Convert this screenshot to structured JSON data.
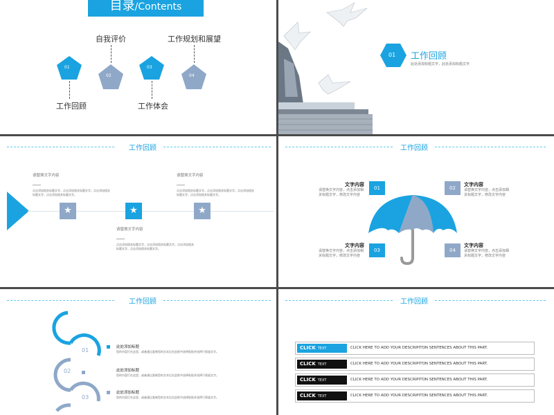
{
  "colors": {
    "blue": "#1aa3e0",
    "grey_blue": "#8fa8c8",
    "dark": "#111111"
  },
  "slide1": {
    "title_main": "目录",
    "title_sub": "/Contents",
    "items": [
      {
        "num": "01",
        "label": "工作回顾"
      },
      {
        "num": "02",
        "label": "自我评价"
      },
      {
        "num": "03",
        "label": "工作体会"
      },
      {
        "num": "04",
        "label": "工作规划和展望"
      }
    ]
  },
  "slide2": {
    "num": "01",
    "title": "工作回顾",
    "subtitle": "此处添加标题文字，此处添加标题文字"
  },
  "slide3": {
    "header": "工作回顾",
    "blocks": [
      {
        "title": "请替换文字内容",
        "line1": "点击添加相关标题文字，点击添加相关标题文字，点击添加相关",
        "line2": "标题文字，点击添加相关标题文字。"
      },
      {
        "title": "请替换文字内容",
        "line1": "点击添加相关标题文字，点击添加相关标题文字，点击添加相关",
        "line2": "标题文字，点击添加相关标题文字。"
      },
      {
        "title": "请替换文字内容",
        "line1": "点击添加相关标题文字，点击添加相关标题文字，点击添加相关",
        "line2": "标题文字，点击添加相关标题文字。"
      }
    ]
  },
  "slide4": {
    "header": "工作回顾",
    "items": [
      {
        "num": "01",
        "title": "文字内容",
        "line1": "请替换文字内容，点击添加相",
        "line2": "关标题文字，修改文字内容"
      },
      {
        "num": "02",
        "title": "文字内容",
        "line1": "请替换文字内容，点击添加相",
        "line2": "关标题文字，修改文字内容"
      },
      {
        "num": "03",
        "title": "文字内容",
        "line1": "请替换文字内容，点击添加相",
        "line2": "关标题文字，修改文字内容"
      },
      {
        "num": "04",
        "title": "文字内容",
        "line1": "请替换文字内容，点击添加相",
        "line2": "关标题文字，修改文字内容"
      }
    ]
  },
  "slide5": {
    "header": "工作回顾",
    "items": [
      {
        "num": "01",
        "title": "此处添加标题",
        "desc": "您的内容打在这里，或者通过复制您的文本后在此框中选择粘贴并选择只保留文字。"
      },
      {
        "num": "02",
        "title": "此处添加标题",
        "desc": "您的内容打在这里，或者通过复制您的文本后在此框中选择粘贴并选择只保留文字。"
      },
      {
        "num": "03",
        "title": "此处添加标题",
        "desc": "您的内容打在这里，或者通过复制您的文本后在此框中选择粘贴并选择只保留文字。"
      }
    ]
  },
  "slide6": {
    "header": "工作回顾",
    "rows": [
      {
        "tag": "CLICK",
        "tag_sub": "TEXT",
        "text": "CLICK HERE TO ADD YOUR DESCRIPITON SENTENCES ABOUT THIS PART."
      },
      {
        "tag": "CLICK",
        "tag_sub": "TEXT",
        "text": "CLICK HERE TO ADD YOUR DESCRIPITON SENTENCES ABOUT THIS PART."
      },
      {
        "tag": "CLICK",
        "tag_sub": "TEXT",
        "text": "CLICK HERE TO ADD YOUR DESCRIPITON SENTENCES ABOUT THIS PART."
      },
      {
        "tag": "CLICK",
        "tag_sub": "TEXT",
        "text": "CLICK HERE TO ADD YOUR DESCRIPITON SENTENCES ABOUT THIS PART."
      }
    ]
  }
}
